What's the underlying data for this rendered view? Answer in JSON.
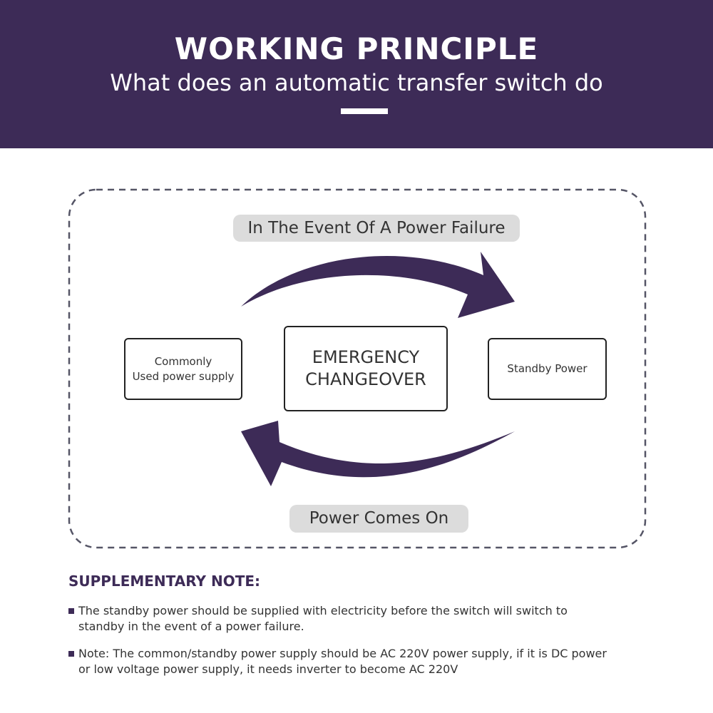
{
  "header": {
    "title": "WORKING PRINCIPLE",
    "subtitle": "What does an automatic transfer switch do"
  },
  "diagram": {
    "top_label": "In The Event Of A Power Failure",
    "bottom_label": "Power Comes On",
    "left_box": [
      "Commonly",
      "Used power supply"
    ],
    "center_box": [
      "EMERGENCY",
      "CHANGEOVER"
    ],
    "right_box": "Standby Power",
    "arrow_color": "#3d2b57"
  },
  "notes": {
    "heading": "SUPPLEMENTARY NOTE:",
    "items": [
      "The standby power should be supplied with electricity before the switch will switch to standby in the event of a power failure.",
      "Note: The common/standby power supply should be AC 220V power supply, if it is DC power or low voltage power supply, it needs inverter to become AC 220V"
    ]
  },
  "colors": {
    "brand": "#3d2b57",
    "pill": "#dcdcdc"
  }
}
